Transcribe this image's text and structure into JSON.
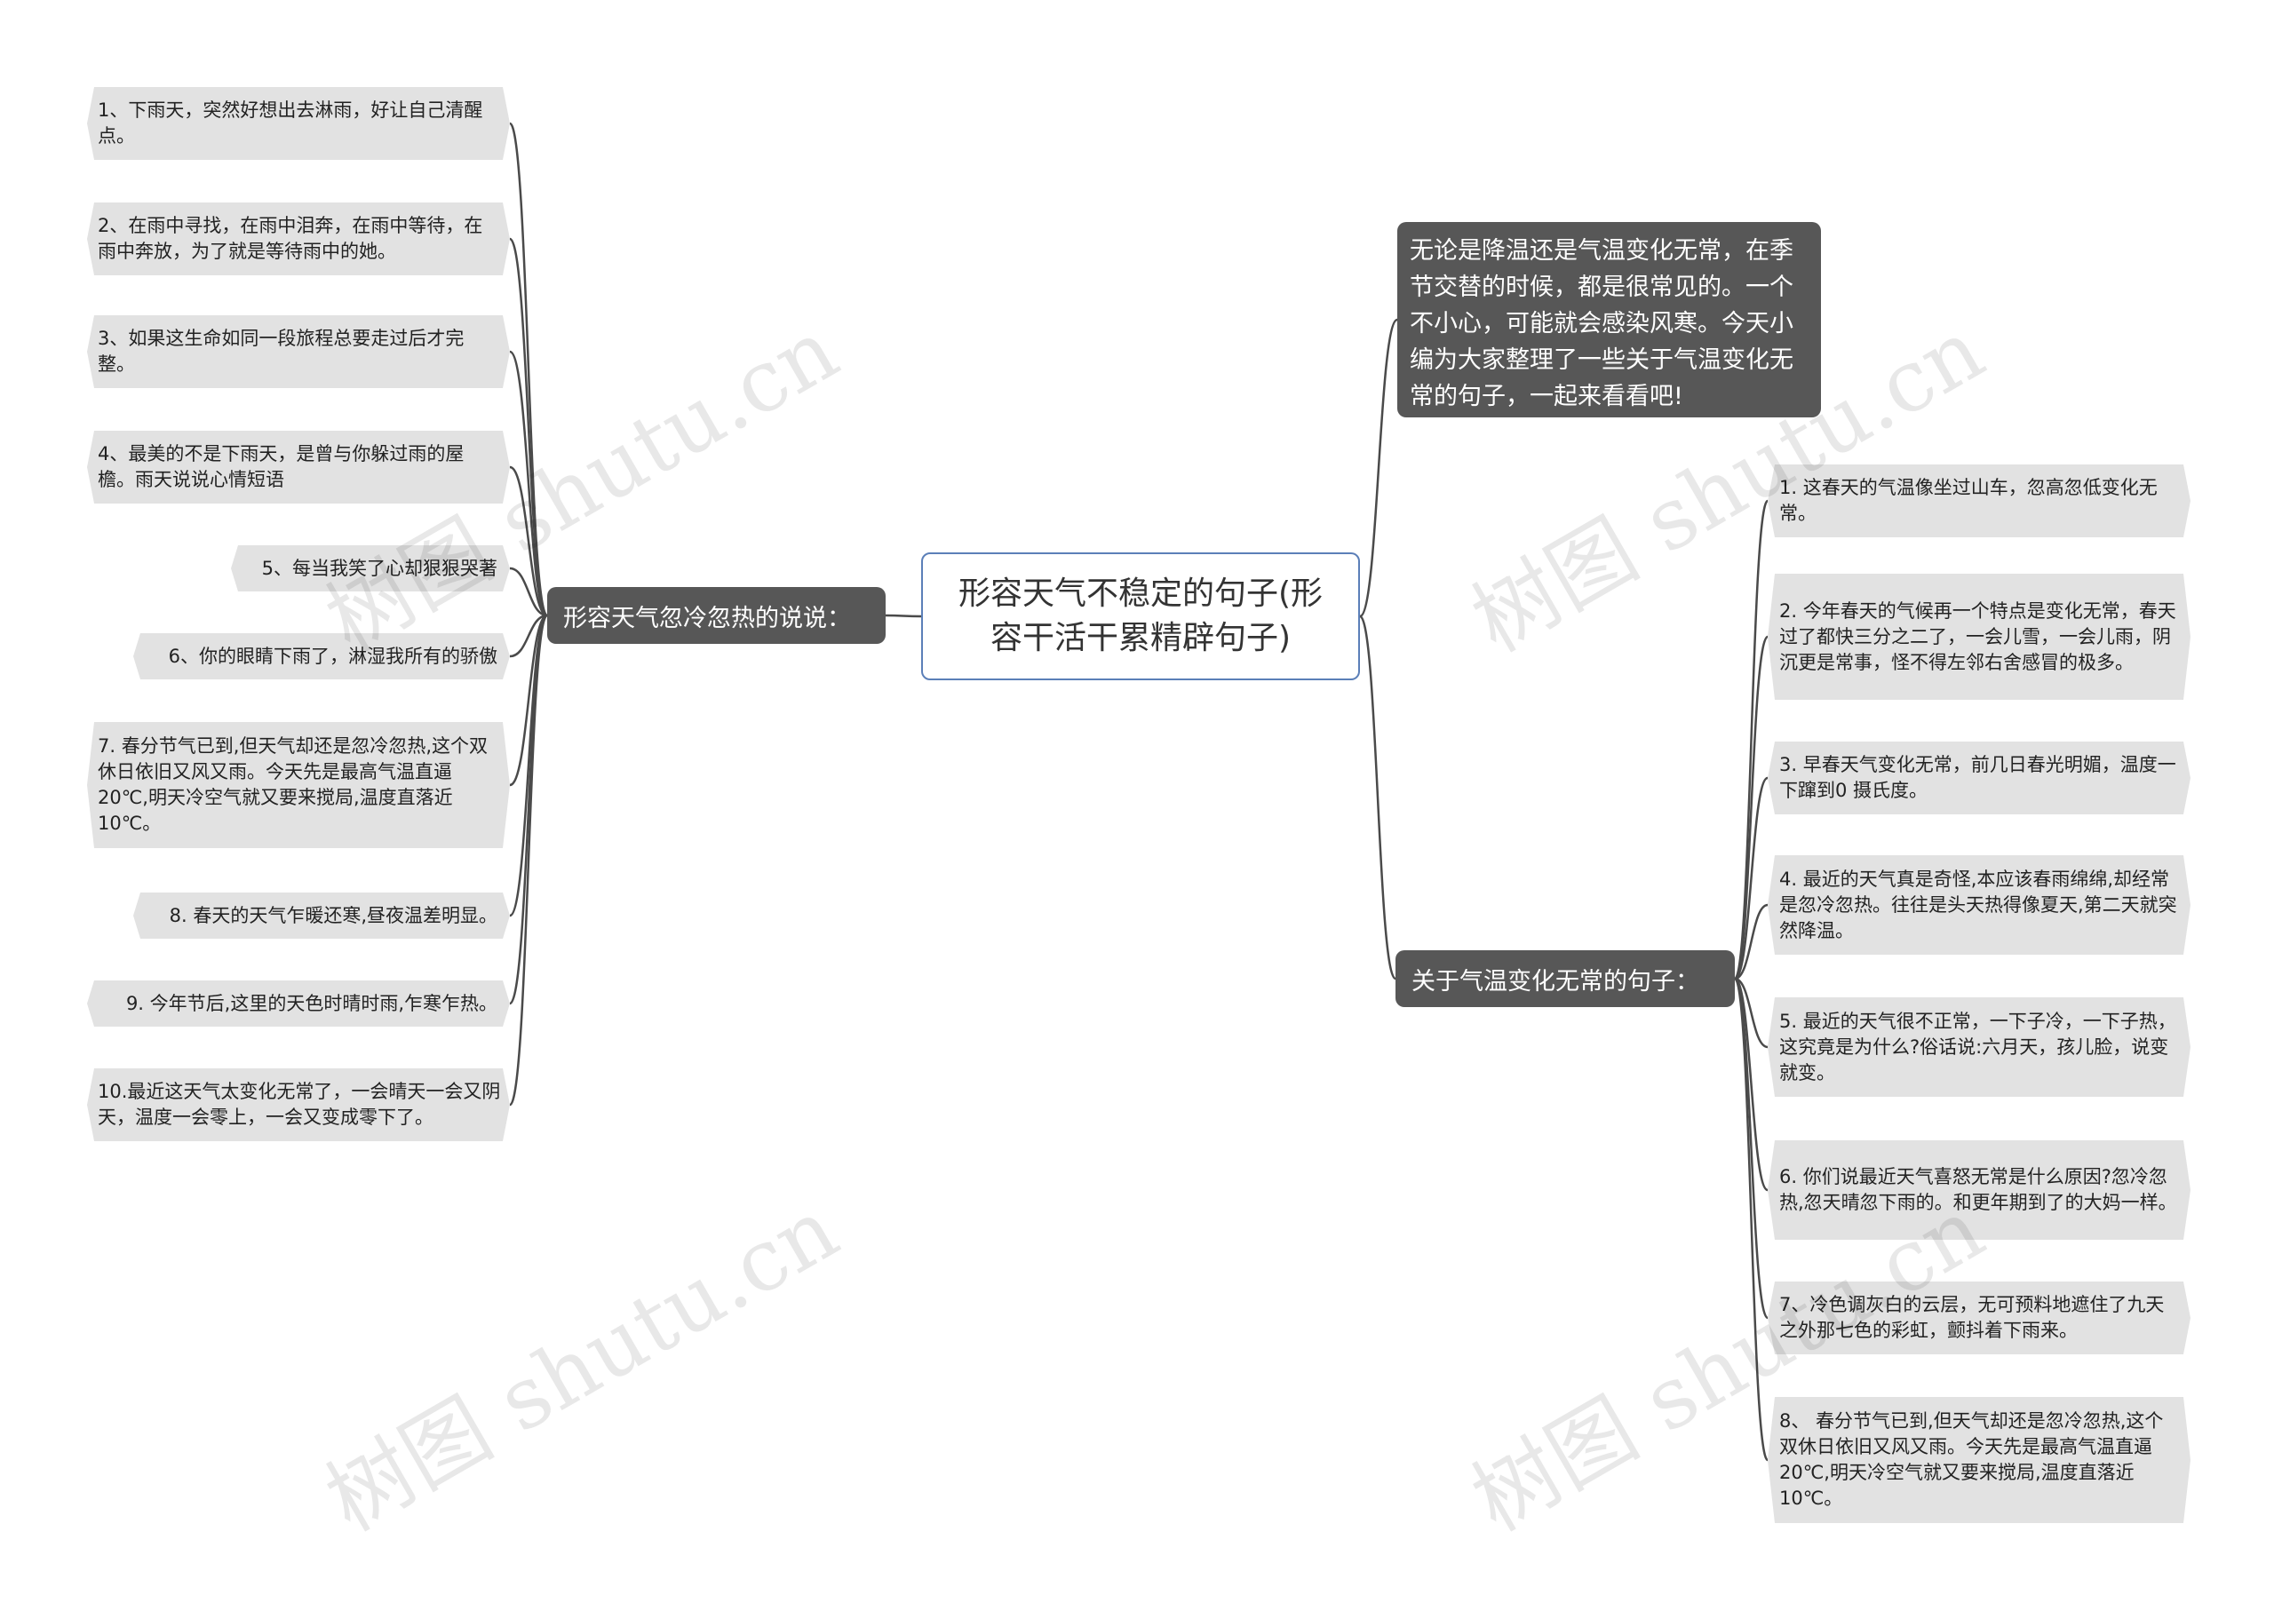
{
  "root": {
    "title": "形容天气不稳定的句子(形容干活干累精辟句子)"
  },
  "left_branch": {
    "label": "形容天气忽冷忽热的说说：",
    "items": [
      "1、下雨天，突然好想出去淋雨，好让自己清醒点。",
      "2、在雨中寻找，在雨中泪奔，在雨中等待，在雨中奔放，为了就是等待雨中的她。",
      "3、如果这生命如同一段旅程总要走过后才完整。",
      "4、最美的不是下雨天，是曾与你躲过雨的屋檐。雨天说说心情短语",
      "5、每当我笑了心却狠狠哭著",
      "6、你的眼睛下雨了，淋湿我所有的骄傲",
      "7. 春分节气已到,但天气却还是忽冷忽热,这个双休日依旧又风又雨。今天先是最高气温直逼20℃,明天冷空气就又要来搅局,温度直落近10℃。",
      "8. 春天的天气乍暖还寒,昼夜温差明显。",
      "9. 今年节后,这里的天色时晴时雨,乍寒乍热。",
      "10.最近这天气太变化无常了，一会晴天一会又阴天，温度一会零上，一会又变成零下了。"
    ]
  },
  "right_intro": {
    "text": "无论是降温还是气温变化无常，在季节交替的时候，都是很常见的。一个不小心，可能就会感染风寒。今天小编为大家整理了一些关于气温变化无常的句子，一起来看看吧!"
  },
  "right_branch": {
    "label": "关于气温变化无常的句子：",
    "items": [
      "1. 这春天的气温像坐过山车，忽高忽低变化无常。",
      "2. 今年春天的气候再一个特点是变化无常，春天过了都快三分之二了，一会儿雪，一会儿雨，阴沉更是常事，怪不得左邻右舍感冒的极多。",
      "3. 早春天气变化无常，前几日春光明媚，温度一下蹿到0 摄氏度。",
      "4. 最近的天气真是奇怪,本应该春雨绵绵,却经常是忽冷忽热。往往是头天热得像夏天,第二天就突然降温。",
      "5. 最近的天气很不正常，一下子冷，一下子热，这究竟是为什么?俗话说:六月天，孩儿脸，说变就变。",
      "6. 你们说最近天气喜怒无常是什么原因?忽冷忽热,忽天晴忽下雨的。和更年期到了的大妈一样。",
      "7、冷色调灰白的云层，无可预料地遮住了九天之外那七色的彩虹，颤抖着下雨来。",
      "8、 春分节气已到,但天气却还是忽冷忽热,这个双休日依旧又风又雨。今天先是最高气温直逼20℃,明天冷空气就又要来搅局,温度直落近10℃。"
    ]
  },
  "watermark": {
    "text": "树图 shutu.cn"
  },
  "colors": {
    "line": "#4a4a4a",
    "root_border": "#5b7fb8",
    "branch_fill": "#575757",
    "leaf_fill": "#e2e2e2"
  }
}
